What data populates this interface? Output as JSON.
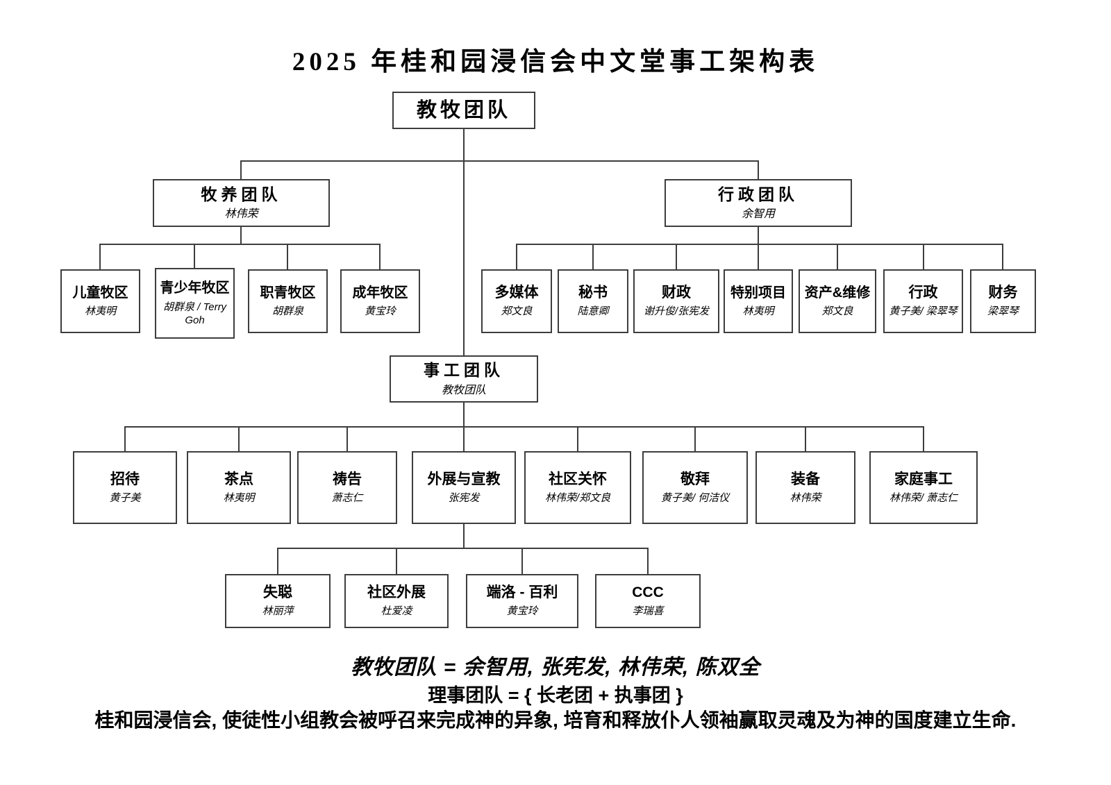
{
  "page": {
    "title": "2025 年桂和园浸信会中文堂事工架构表"
  },
  "colors": {
    "line": "#3d3d3d",
    "border": "#3d3d3d",
    "text": "#000000",
    "background": "#ffffff"
  },
  "nodes": {
    "root": {
      "label": "教牧团队"
    },
    "shepherding": {
      "label": "牧养团队",
      "lead": "林伟荣"
    },
    "admin": {
      "label": "行政团队",
      "lead": "余智用"
    },
    "children_zone": {
      "label": "儿童牧区",
      "lead": "林夷明"
    },
    "youth_zone": {
      "label": "青少年牧区",
      "lead": "胡群泉 / Terry Goh"
    },
    "working_youth_zone": {
      "label": "职青牧区",
      "lead": "胡群泉"
    },
    "adult_zone": {
      "label": "成年牧区",
      "lead": "黄宝玲"
    },
    "multimedia": {
      "label": "多媒体",
      "lead": "郑文良"
    },
    "secretary": {
      "label": "秘书",
      "lead": "陆意卿"
    },
    "finance": {
      "label": "财政",
      "lead": "谢升俊/张宪发"
    },
    "special_projects": {
      "label": "特别项目",
      "lead": "林夷明"
    },
    "assets_maintenance": {
      "label": "资产&维修",
      "lead": "郑文良"
    },
    "administration": {
      "label": "行政",
      "lead": "黄子美/ 梁翠琴"
    },
    "treasury": {
      "label": "财务",
      "lead": "梁翠琴"
    },
    "ministry_team": {
      "label": "事工团队",
      "lead": "教牧团队"
    },
    "ushering": {
      "label": "招待",
      "lead": "黄子美"
    },
    "refreshments": {
      "label": "茶点",
      "lead": "林夷明"
    },
    "prayer": {
      "label": "祷告",
      "lead": "萧志仁"
    },
    "outreach_missions": {
      "label": "外展与宣教",
      "lead": "张宪发"
    },
    "community_care": {
      "label": "社区关怀",
      "lead": "林伟荣/郑文良"
    },
    "worship": {
      "label": "敬拜",
      "lead": "黄子美/ 何洁仪"
    },
    "equipping": {
      "label": "装备",
      "lead": "林伟荣"
    },
    "family_ministry": {
      "label": "家庭事工",
      "lead": "林伟荣/ 萧志仁"
    },
    "deaf": {
      "label": "失聪",
      "lead": "林丽萍"
    },
    "community_outreach": {
      "label": "社区外展",
      "lead": "杜爱凌"
    },
    "tanjung_bali": {
      "label": "端洛 - 百利",
      "lead": "黄宝玲"
    },
    "ccc": {
      "label": "CCC",
      "lead": "李瑞喜"
    }
  },
  "footer": {
    "line1": "教牧团队 = 余智用, 张宪发, 林伟荣, 陈双全",
    "line2": "理事团队 = { 长老团 + 执事团 }",
    "line3": "桂和园浸信会, 使徒性小组教会被呼召来完成神的异象, 培育和释放仆人领袖赢取灵魂及为神的国度建立生命."
  }
}
